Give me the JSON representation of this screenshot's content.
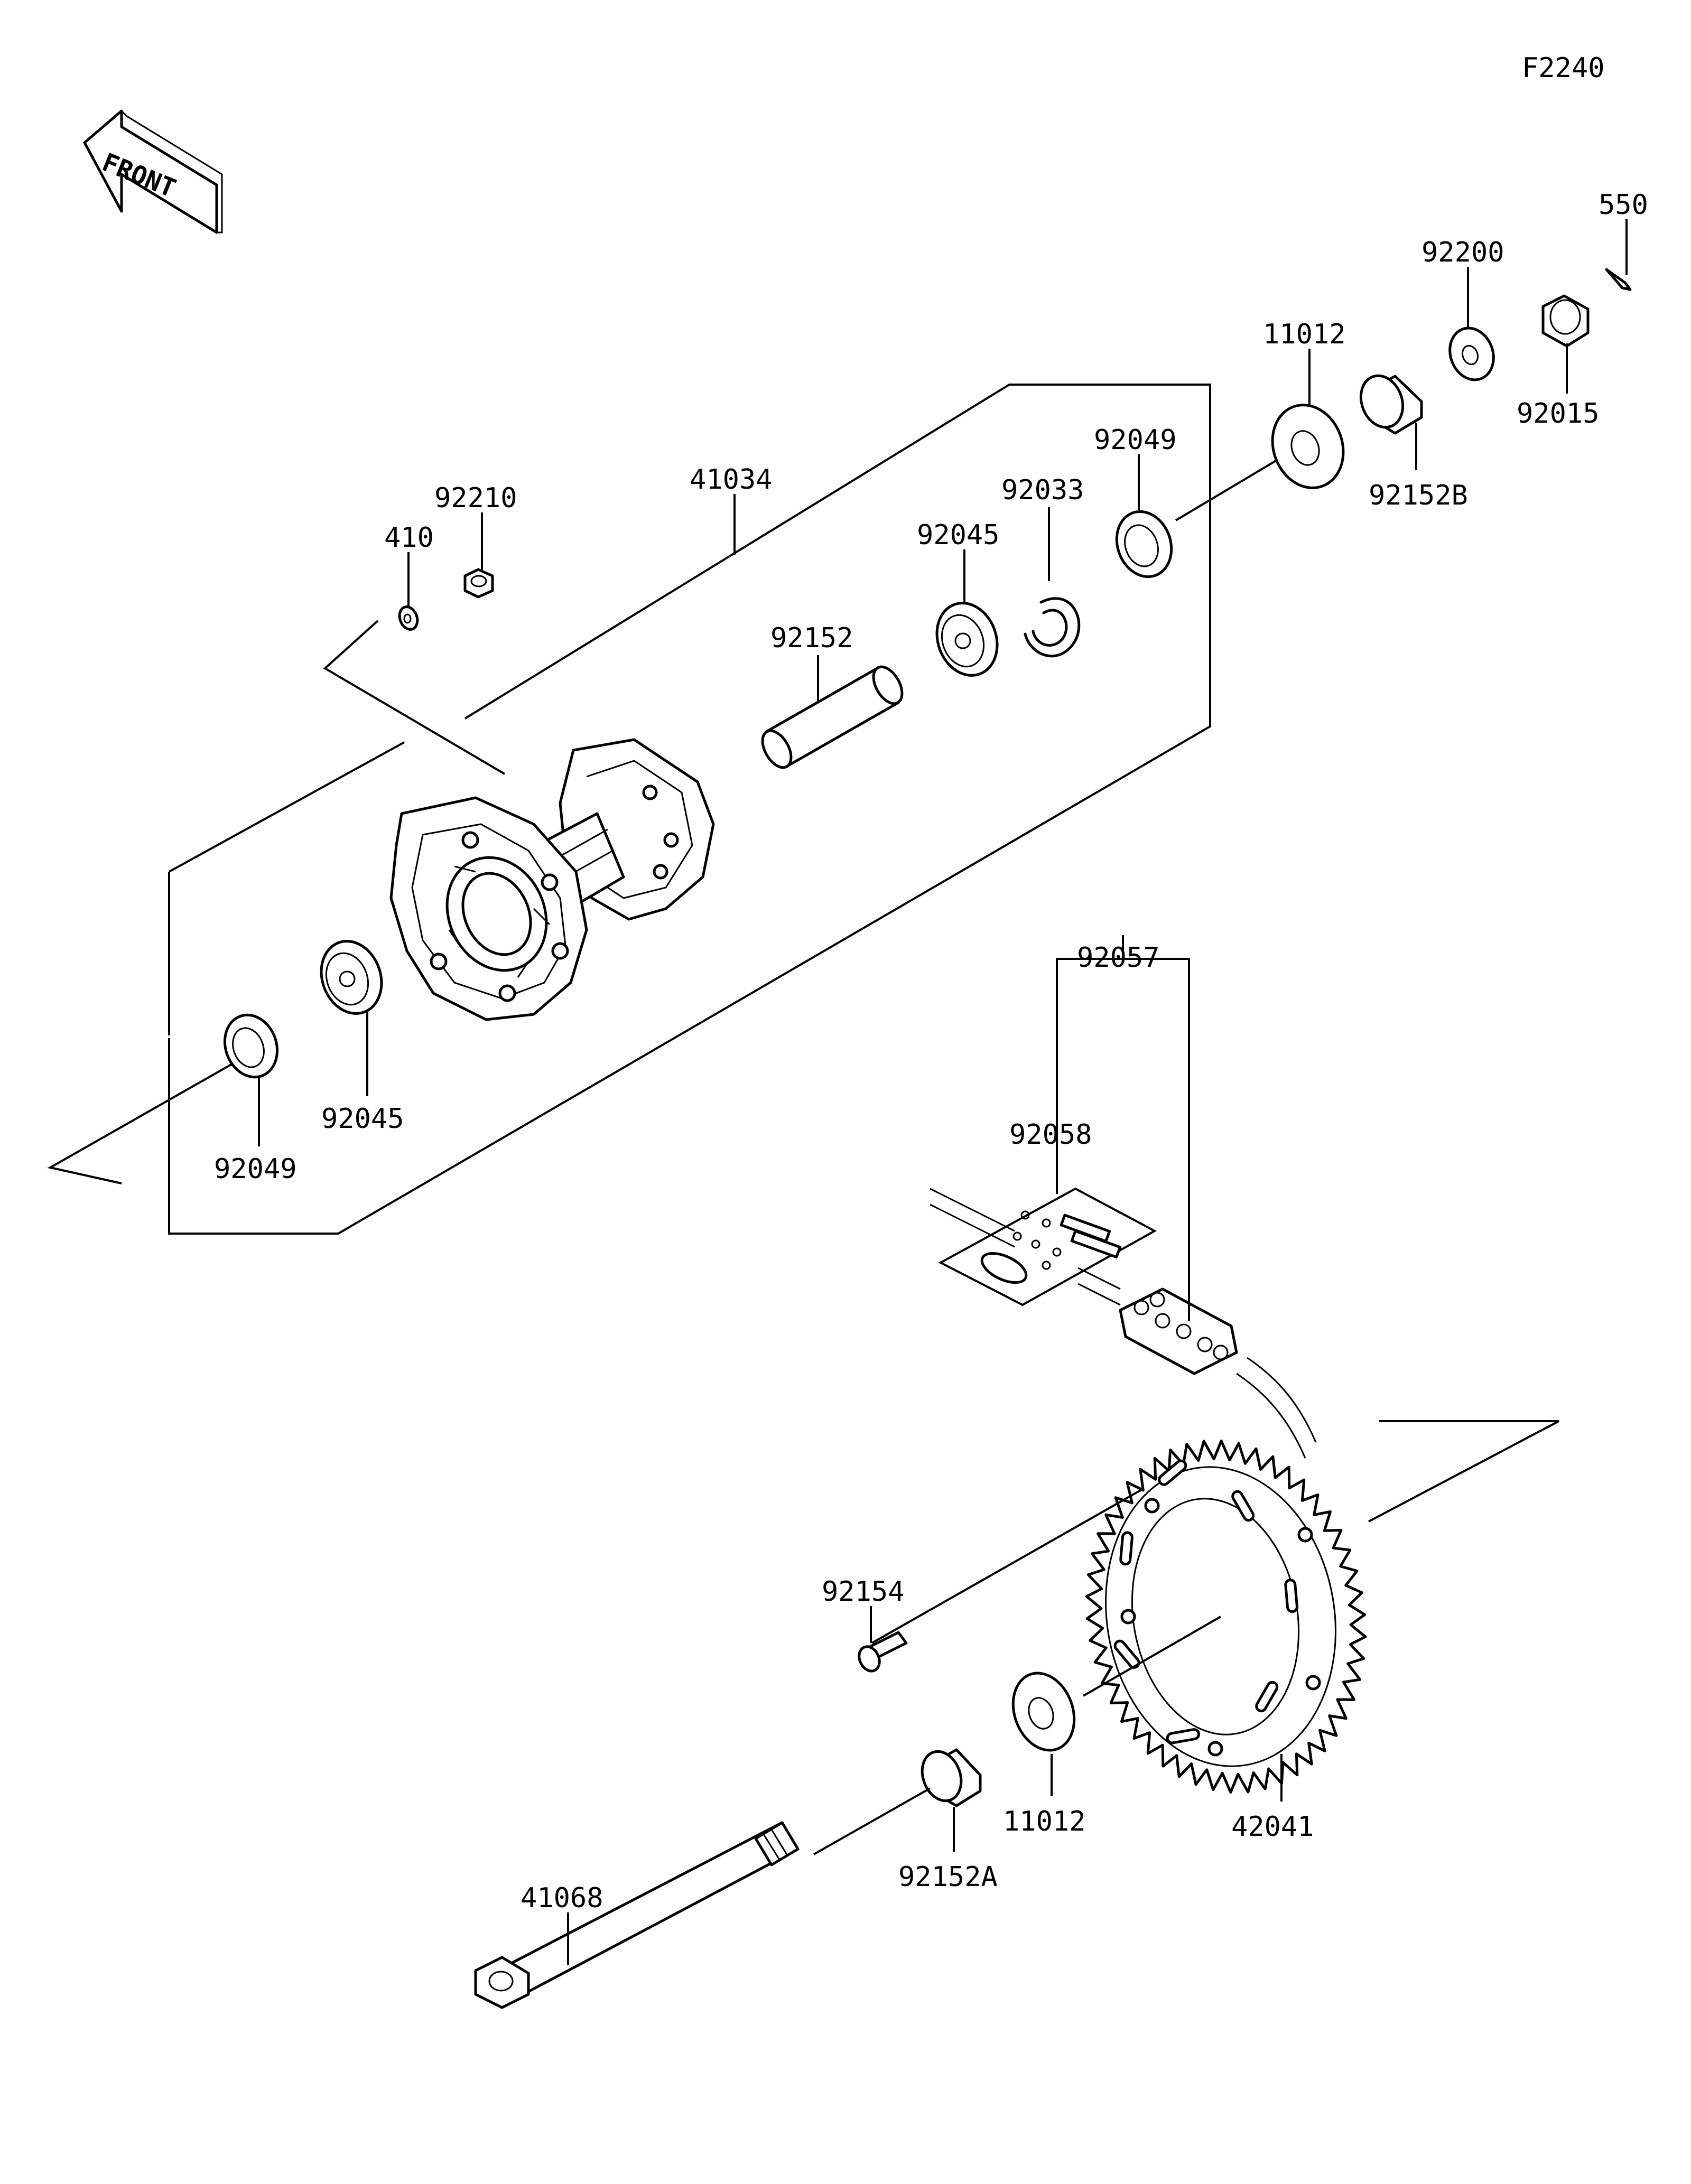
{
  "diagram": {
    "code": "F2240",
    "front_label": "FRONT",
    "parts": [
      {
        "id": "p550",
        "number": "550"
      },
      {
        "id": "p92200",
        "number": "92200"
      },
      {
        "id": "p11012a",
        "number": "11012"
      },
      {
        "id": "p92015",
        "number": "92015"
      },
      {
        "id": "p92049a",
        "number": "92049"
      },
      {
        "id": "p92152b",
        "number": "92152B"
      },
      {
        "id": "p92033",
        "number": "92033"
      },
      {
        "id": "p41034",
        "number": "41034"
      },
      {
        "id": "p92210",
        "number": "92210"
      },
      {
        "id": "p410",
        "number": "410"
      },
      {
        "id": "p92045a",
        "number": "92045"
      },
      {
        "id": "p92152",
        "number": "92152"
      },
      {
        "id": "p92045b",
        "number": "92045"
      },
      {
        "id": "p92049b",
        "number": "92049"
      },
      {
        "id": "p92057",
        "number": "92057"
      },
      {
        "id": "p92058",
        "number": "92058"
      },
      {
        "id": "p92154",
        "number": "92154"
      },
      {
        "id": "p11012b",
        "number": "11012"
      },
      {
        "id": "p42041",
        "number": "42041"
      },
      {
        "id": "p92152a",
        "number": "92152A"
      },
      {
        "id": "p41068",
        "number": "41068"
      }
    ]
  }
}
